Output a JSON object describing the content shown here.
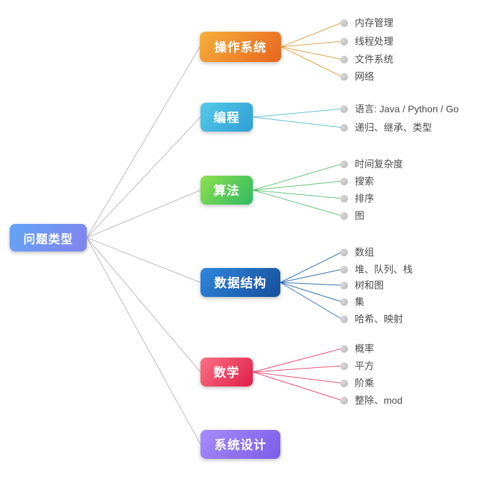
{
  "root": {
    "label": "问题类型",
    "color_from": "#63a4f5",
    "color_to": "#8383f0"
  },
  "branches": [
    {
      "label": "操作系统",
      "color_from": "#f5b03a",
      "color_to": "#e8641f",
      "line_color": "#dd9f42",
      "leaves": [
        "内存管理",
        "线程处理",
        "文件系统",
        "网络"
      ]
    },
    {
      "label": "编程",
      "color_from": "#55c9e8",
      "color_to": "#2e9fd4",
      "line_color": "#5ebcd9",
      "leaves": [
        "语言: Java / Python / Go",
        "递归、继承、类型"
      ]
    },
    {
      "label": "算法",
      "color_from": "#8fe04e",
      "color_to": "#2fba62",
      "line_color": "#5cc271",
      "leaves": [
        "时间复杂度",
        "搜索",
        "排序",
        "图"
      ]
    },
    {
      "label": "数据结构",
      "color_from": "#2f86dd",
      "color_to": "#174f9c",
      "line_color": "#2e6cb5",
      "leaves": [
        "数组",
        "堆、队列、栈",
        "树和图",
        "集",
        "哈希、映射"
      ]
    },
    {
      "label": "数学",
      "color_from": "#fb7185",
      "color_to": "#e11d48",
      "line_color": "#e8486e",
      "leaves": [
        "概率",
        "平方",
        "阶乘",
        "整除、mod"
      ]
    },
    {
      "label": "系统设计",
      "color_from": "#a78bfa",
      "color_to": "#7c5ce8",
      "line_color": "#b5b5b5",
      "leaves": []
    }
  ],
  "connector_root_color": "#b8b8b8",
  "bullet_color": "#c4c4c4"
}
